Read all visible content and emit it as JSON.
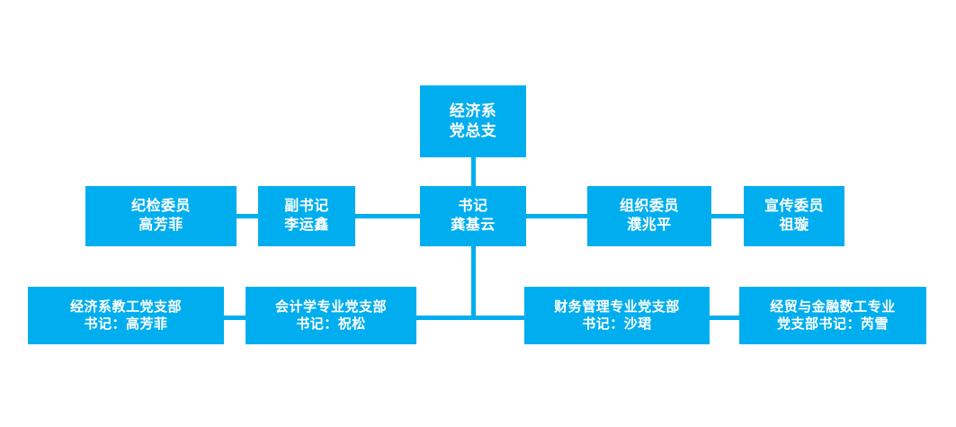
{
  "theme": {
    "background": "#ffffff",
    "node_fill": "#00AEEF",
    "node_text": "#ffffff",
    "connector": "#00AEEF"
  },
  "chart_data": {
    "type": "diagram",
    "diagram_kind": "organizational-chart",
    "title": "",
    "orientation": "top-down",
    "levels": 3,
    "nodes": [
      {
        "id": "root",
        "level": 1,
        "lines": [
          "经济系",
          "党总支"
        ],
        "role": "经济系",
        "unit": "党总支"
      },
      {
        "id": "r2-0",
        "level": 2,
        "lines": [
          "纪检委员",
          "高芳菲"
        ],
        "role": "纪检委员",
        "person": "高芳菲"
      },
      {
        "id": "r2-1",
        "level": 2,
        "lines": [
          "副书记",
          "李运鑫"
        ],
        "role": "副书记",
        "person": "李运鑫"
      },
      {
        "id": "r2-2",
        "level": 2,
        "lines": [
          "书记",
          "龚基云"
        ],
        "role": "书记",
        "person": "龚基云"
      },
      {
        "id": "r2-3",
        "level": 2,
        "lines": [
          "组织委员",
          "濮兆平"
        ],
        "role": "组织委员",
        "person": "濮兆平"
      },
      {
        "id": "r2-4",
        "level": 2,
        "lines": [
          "宣传委员",
          "祖璇"
        ],
        "role": "宣传委员",
        "person": "祖璇"
      },
      {
        "id": "r3-0",
        "level": 3,
        "lines": [
          "经济系教工党支部",
          "书记：高芳菲"
        ],
        "unit": "经济系教工党支部",
        "person": "高芳菲"
      },
      {
        "id": "r3-1",
        "level": 3,
        "lines": [
          "会计学专业党支部",
          "书记：祝松"
        ],
        "unit": "会计学专业党支部",
        "person": "祝松"
      },
      {
        "id": "r3-2",
        "level": 3,
        "lines": [
          "财务管理专业党支部",
          "书记：沙珺"
        ],
        "unit": "财务管理专业党支部",
        "person": "沙珺"
      },
      {
        "id": "r3-3",
        "level": 3,
        "lines": [
          "经贸与金融数工专业",
          "党支部书记：芮雪"
        ],
        "unit": "经贸与金融数工专业党支部",
        "person": "芮雪"
      }
    ],
    "edges": [
      {
        "from": "root",
        "to": "r2-2",
        "style": "vertical"
      },
      {
        "from": "r2-0",
        "to": "r2-1",
        "style": "horizontal"
      },
      {
        "from": "r2-1",
        "to": "r2-2",
        "style": "horizontal"
      },
      {
        "from": "r2-2",
        "to": "r2-3",
        "style": "horizontal"
      },
      {
        "from": "r2-3",
        "to": "r2-4",
        "style": "horizontal"
      },
      {
        "from": "r2-2",
        "to": "r3-bus",
        "style": "vertical"
      },
      {
        "from": "r3-0",
        "to": "r3-1",
        "style": "horizontal"
      },
      {
        "from": "r3-1",
        "to": "r3-2",
        "style": "horizontal"
      },
      {
        "from": "r3-2",
        "to": "r3-3",
        "style": "horizontal"
      }
    ]
  },
  "nodes": {
    "root": {
      "line1": "经济系",
      "line2": "党总支"
    },
    "r2_0": {
      "line1": "纪检委员",
      "line2": "高芳菲"
    },
    "r2_1": {
      "line1": "副书记",
      "line2": "李运鑫"
    },
    "r2_2": {
      "line1": "书记",
      "line2": "龚基云"
    },
    "r2_3": {
      "line1": "组织委员",
      "line2": "濮兆平"
    },
    "r2_4": {
      "line1": "宣传委员",
      "line2": "祖璇"
    },
    "r3_0": {
      "line1": "经济系教工党支部",
      "line2": "书记：高芳菲"
    },
    "r3_1": {
      "line1": "会计学专业党支部",
      "line2": "书记：祝松"
    },
    "r3_2": {
      "line1": "财务管理专业党支部",
      "line2": "书记：沙珺"
    },
    "r3_3": {
      "line1": "经贸与金融数工专业",
      "line2": "党支部书记：芮雪"
    }
  }
}
